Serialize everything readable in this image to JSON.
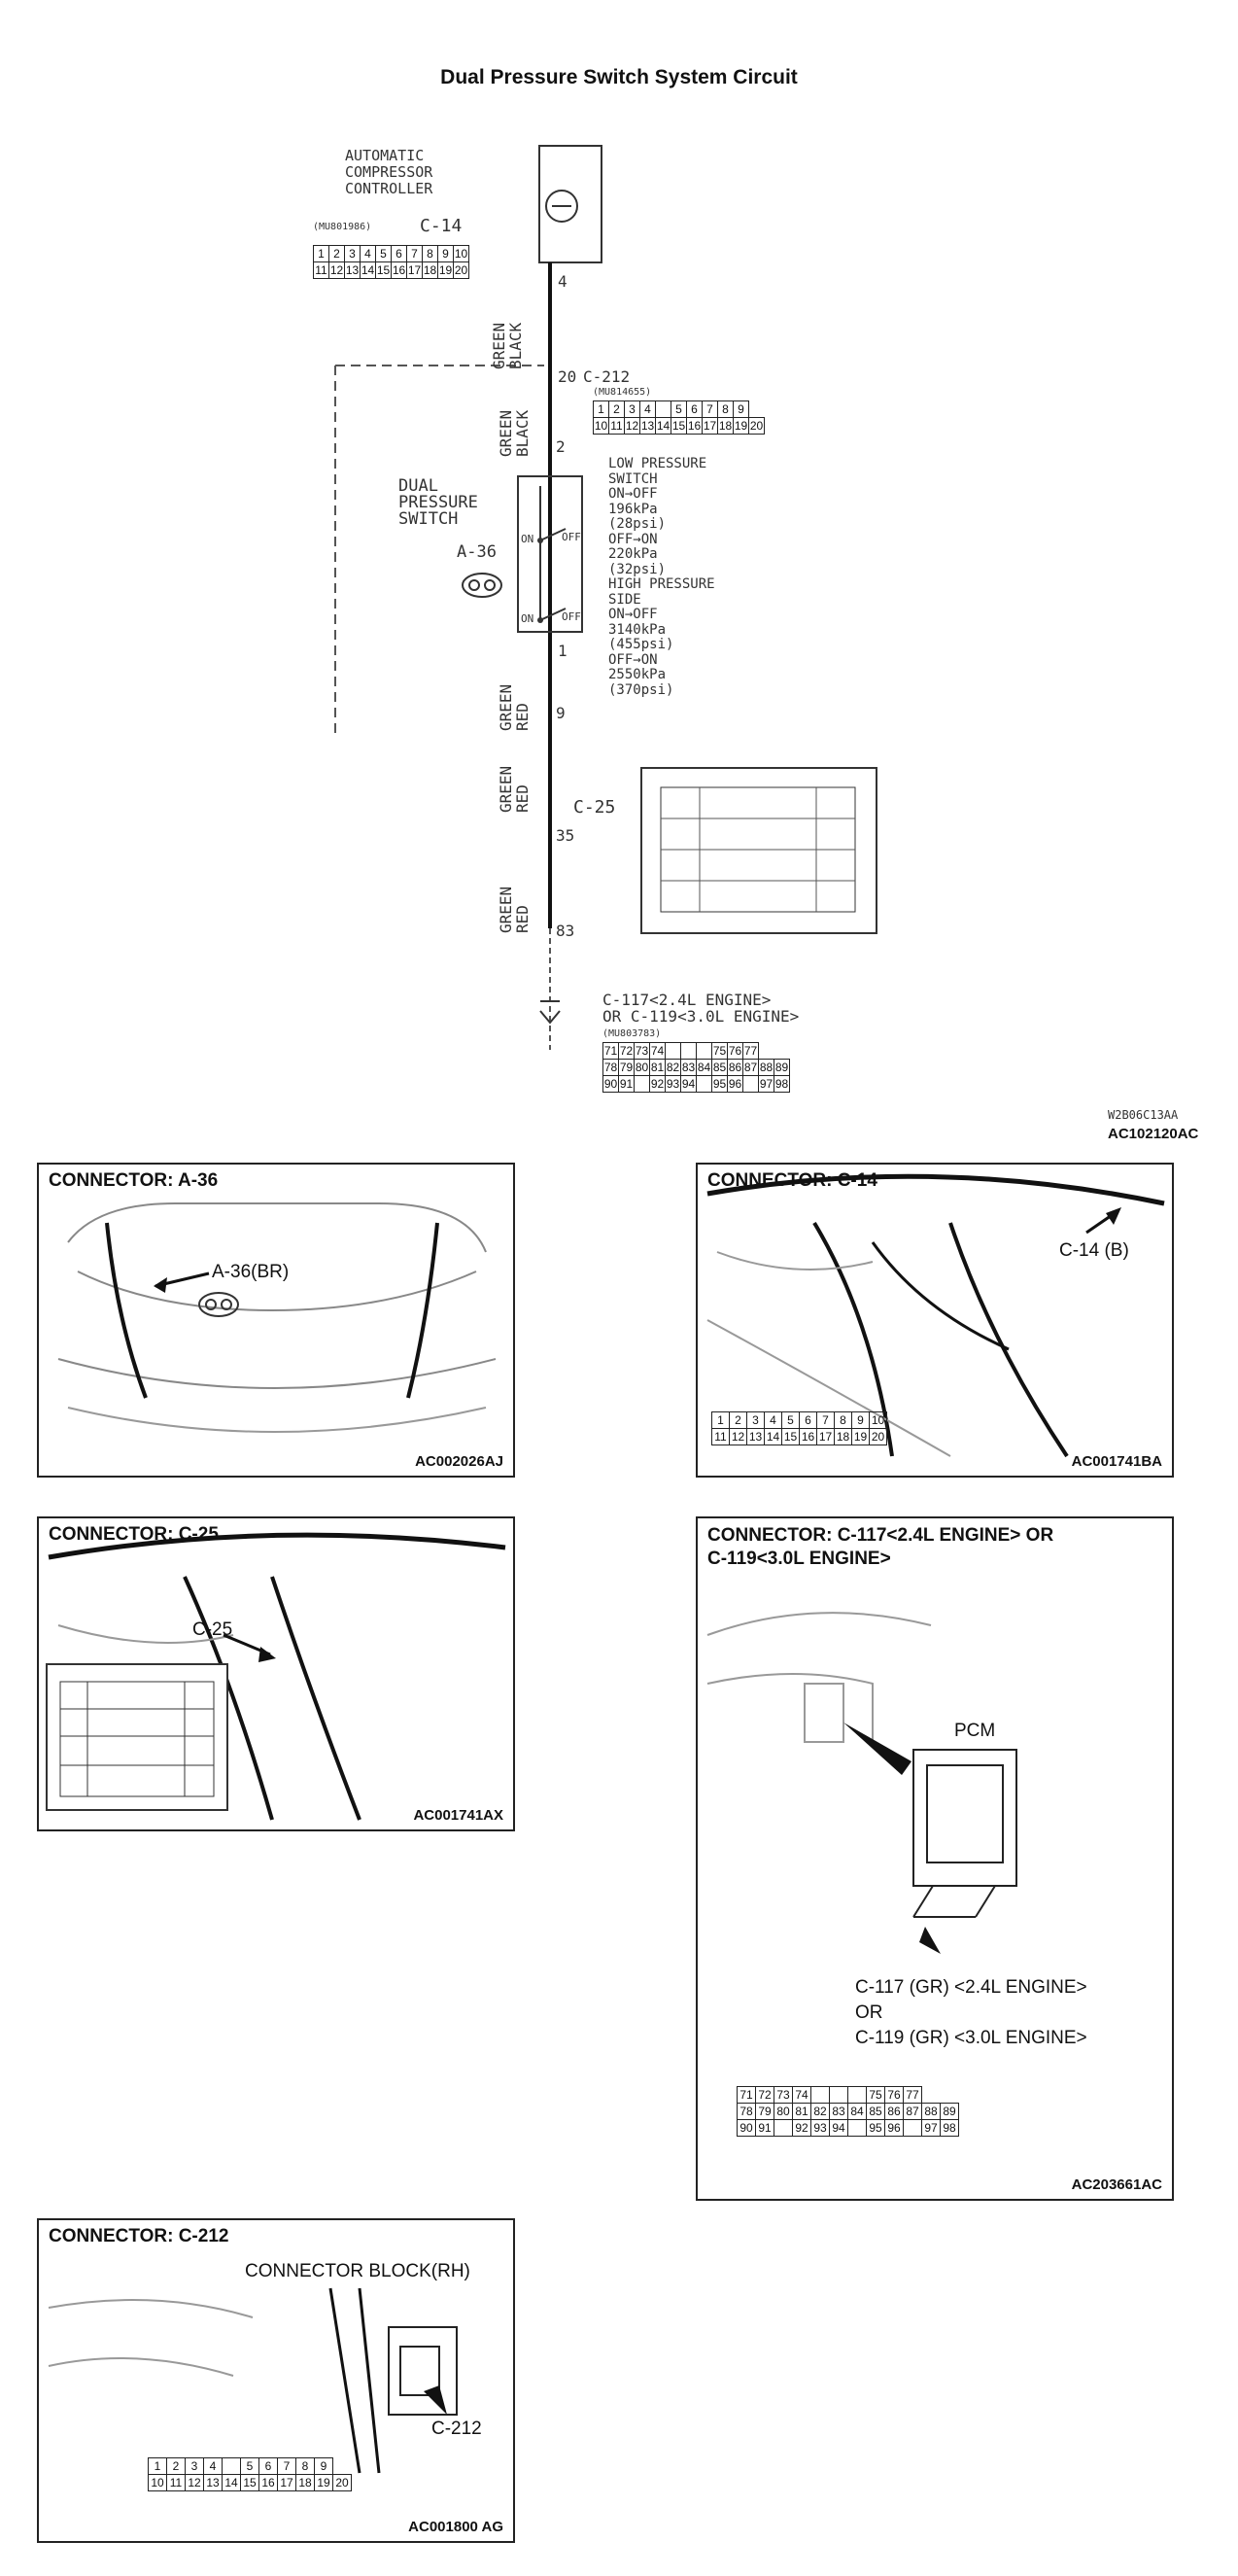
{
  "page_title": "Dual Pressure Switch System Circuit",
  "schematic": {
    "compressor_label": "AUTOMATIC\nCOMPRESSOR\nCONTROLLER",
    "c14_label": "C-14",
    "c14_code": "(MU801986)",
    "c14_rows": [
      [
        "1",
        "2",
        "3",
        "4",
        "5",
        "6",
        "7",
        "8",
        "9",
        "10"
      ],
      [
        "11",
        "12",
        "13",
        "14",
        "15",
        "16",
        "17",
        "18",
        "19",
        "20"
      ]
    ],
    "wire_top": "GREEN\nBLACK",
    "pin_4": "4",
    "pin_20": "20",
    "c212_label": "C-212",
    "c212_code": "(MU814655)",
    "c212_rows": [
      [
        "1",
        "2",
        "3",
        "4",
        "",
        "5",
        "6",
        "7",
        "8",
        "9"
      ],
      [
        "10",
        "11",
        "12",
        "13",
        "14",
        "15",
        "16",
        "17",
        "18",
        "19",
        "20"
      ]
    ],
    "wire_mid": "GREEN\nBLACK",
    "pin_2": "2",
    "dps_label": "DUAL\nPRESSURE\nSWITCH",
    "a36_label": "A-36",
    "spec_text": "LOW PRESSURE\nSWITCH\nON→OFF\n196kPa\n(28psi)\nOFF→ON\n220kPa\n(32psi)\nHIGH PRESSURE\nSIDE\nON→OFF\n3140kPa\n(455psi)\nOFF→ON\n2550kPa\n(370psi)",
    "switch_on": "ON",
    "switch_off": "OFF",
    "pin_1": "1",
    "wire_low1": "GREEN\nRED",
    "pin_9": "9",
    "wire_low2": "GREEN\nRED",
    "c25_label": "C-25",
    "pin_35": "35",
    "wire_low3": "GREEN\nRED",
    "pin_83": "83",
    "pcm_label": "C-117<2.4L ENGINE>\nOR C-119<3.0L ENGINE>",
    "pcm_code": "(MU803783)",
    "pcm_rows": [
      [
        "71",
        "72",
        "73",
        "74",
        "",
        "",
        "",
        "75",
        "76",
        "77"
      ],
      [
        "78",
        "79",
        "80",
        "81",
        "82",
        "83",
        "84",
        "85",
        "86",
        "87",
        "88",
        "89"
      ],
      [
        "90",
        "91",
        "",
        "92",
        "93",
        "94",
        "",
        "95",
        "96",
        "",
        "97",
        "98"
      ]
    ],
    "ref_small": "W2B06C13AA",
    "ref_code": "AC102120AC"
  },
  "panels": {
    "a36": {
      "title": "CONNECTOR: A-36",
      "callout": "A-36(BR)",
      "code": "AC002026AJ"
    },
    "c14": {
      "title": "CONNECTOR: C-14",
      "callout": "C-14 (B)",
      "code": "AC001741BA",
      "rows": [
        [
          "1",
          "2",
          "3",
          "4",
          "5",
          "6",
          "7",
          "8",
          "9",
          "10"
        ],
        [
          "11",
          "12",
          "13",
          "14",
          "15",
          "16",
          "17",
          "18",
          "19",
          "20"
        ]
      ]
    },
    "c25": {
      "title": "CONNECTOR: C-25",
      "callout": "C-25",
      "code": "AC001741AX"
    },
    "c117": {
      "title": "CONNECTOR: C-117<2.4L ENGINE> OR\nC-119<3.0L ENGINE>",
      "pcm": "PCM",
      "callout1": "C-117 (GR) <2.4L ENGINE>",
      "callout2": "OR",
      "callout3": "C-119 (GR) <3.0L ENGINE>",
      "code": "AC203661AC",
      "rows": [
        [
          "71",
          "72",
          "73",
          "74",
          "",
          "",
          "",
          "75",
          "76",
          "77"
        ],
        [
          "78",
          "79",
          "80",
          "81",
          "82",
          "83",
          "84",
          "85",
          "86",
          "87",
          "88",
          "89"
        ],
        [
          "90",
          "91",
          "",
          "92",
          "93",
          "94",
          "",
          "95",
          "96",
          "",
          "97",
          "98"
        ]
      ]
    },
    "c212": {
      "title": "CONNECTOR: C-212",
      "block": "CONNECTOR BLOCK(RH)",
      "callout": "C-212",
      "code": "AC001800 AG",
      "rows": [
        [
          "1",
          "2",
          "3",
          "4",
          "",
          "5",
          "6",
          "7",
          "8",
          "9"
        ],
        [
          "10",
          "11",
          "12",
          "13",
          "14",
          "15",
          "16",
          "17",
          "18",
          "19",
          "20"
        ]
      ]
    }
  }
}
